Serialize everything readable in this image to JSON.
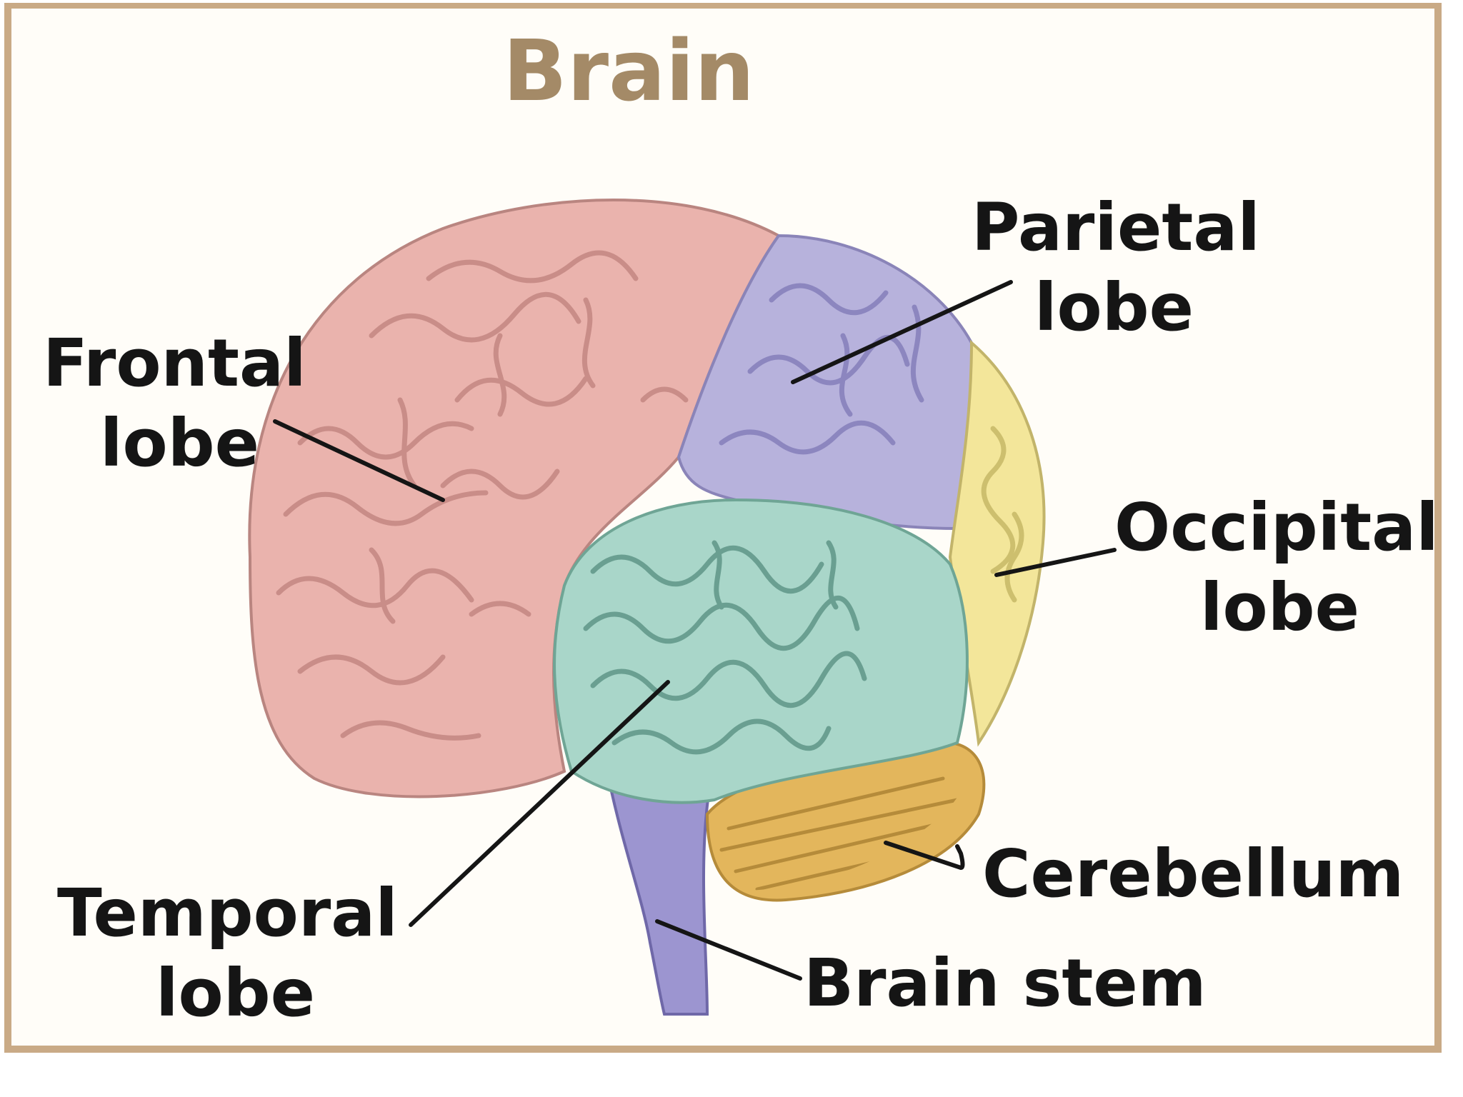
{
  "title": "Brain",
  "labels": {
    "frontal": [
      "Frontal",
      "lobe"
    ],
    "parietal": [
      "Parietal",
      "lobe"
    ],
    "occipital": [
      "Occipital",
      "lobe"
    ],
    "temporal": [
      "Temporal",
      "lobe"
    ],
    "cerebellum": "Cerebellum",
    "brain_stem": "Brain stem"
  },
  "colors": {
    "frontal": "#eab3ad",
    "parietal": "#b7b2dc",
    "occipital": "#f3e69a",
    "temporal": "#a9d6c9",
    "cerebellum": "#e3b65c",
    "brain_stem": "#9c95d0",
    "title": "#a48a67",
    "border": "#c9aa86"
  }
}
